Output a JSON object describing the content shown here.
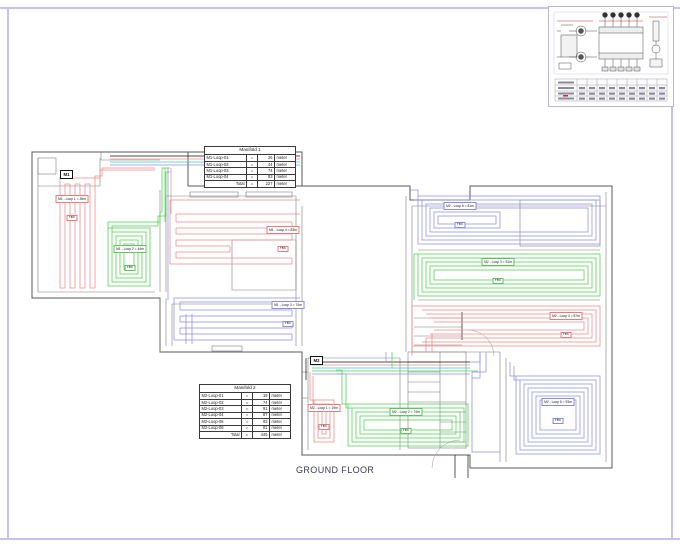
{
  "sheet": {
    "floor_label": "GROUND FLOOR"
  },
  "manifold_1": {
    "title": "Manifold 1",
    "columns": [
      "loop",
      "eq",
      "length",
      "unit"
    ],
    "rows": [
      {
        "loop": "M1-Loop-01",
        "eq": "=",
        "length": "26",
        "unit": "meter"
      },
      {
        "loop": "M1-Loop-02",
        "eq": "=",
        "length": "44",
        "unit": "meter"
      },
      {
        "loop": "M1-Loop-03",
        "eq": "=",
        "length": "74",
        "unit": "meter"
      },
      {
        "loop": "M1-Loop-04",
        "eq": "=",
        "length": "83",
        "unit": "meter"
      }
    ],
    "total": {
      "loop": "Total",
      "eq": "=",
      "length": "227",
      "unit": "meter"
    }
  },
  "manifold_2": {
    "title": "Manifold 2",
    "rows": [
      {
        "loop": "M2-Loop-01",
        "eq": "=",
        "length": "19",
        "unit": "meter"
      },
      {
        "loop": "M2-Loop-02",
        "eq": "=",
        "length": "74",
        "unit": "meter"
      },
      {
        "loop": "M2-Loop-03",
        "eq": "=",
        "length": "91",
        "unit": "meter"
      },
      {
        "loop": "M2-Loop-04",
        "eq": "=",
        "length": "87",
        "unit": "meter"
      },
      {
        "loop": "M2-Loop-05",
        "eq": "=",
        "length": "93",
        "unit": "meter"
      },
      {
        "loop": "M2-Loop-06",
        "eq": "=",
        "length": "81",
        "unit": "meter"
      }
    ],
    "total": {
      "loop": "Total",
      "eq": "=",
      "length": "445",
      "unit": "meter"
    }
  },
  "markers": [
    {
      "id": "m1",
      "label": "M1"
    },
    {
      "id": "m2",
      "label": "M2"
    }
  ],
  "callouts": [
    {
      "id": "m1l1",
      "caption": "M1 - Loop 1 = 26m",
      "value": "TBC",
      "color": "red"
    },
    {
      "id": "m1l2",
      "caption": "M1 - Loop 2 = 44m",
      "value": "TBC",
      "color": "grn"
    },
    {
      "id": "m1l3",
      "caption": "M1 - Loop 4 = 83m",
      "value": "TBC",
      "color": "red"
    },
    {
      "id": "m1l4",
      "caption": "M1 - Loop 3 = 74m",
      "value": "TBC",
      "color": "blu"
    },
    {
      "id": "m2l6",
      "caption": "M2 - Loop 6 = 81m",
      "value": "TBC",
      "color": "blu"
    },
    {
      "id": "m2l3",
      "caption": "M2 - Loop 3 = 91m",
      "value": "TBC",
      "color": "grn"
    },
    {
      "id": "m2l4",
      "caption": "M2 - Loop 4 = 87m",
      "value": "TBC",
      "color": "red"
    },
    {
      "id": "m2l2",
      "caption": "M2 - Loop 2 = 74m",
      "value": "TBC",
      "color": "grn"
    },
    {
      "id": "m2l5",
      "caption": "M2 - Loop 5 = 93m",
      "value": "TBC",
      "color": "blu"
    },
    {
      "id": "m2l1",
      "caption": "M2 - Loop 1 = 19m",
      "value": "TBC",
      "color": "red"
    }
  ],
  "colors": {
    "frame": "#c9c0ef",
    "wall": "#5a5a5a",
    "pipe_red": "#f08a8a",
    "pipe_green": "#4fd14f",
    "pipe_blue": "#8f8fe8",
    "pipe_cyan": "#33cccc",
    "text": "#1a1a1a"
  }
}
